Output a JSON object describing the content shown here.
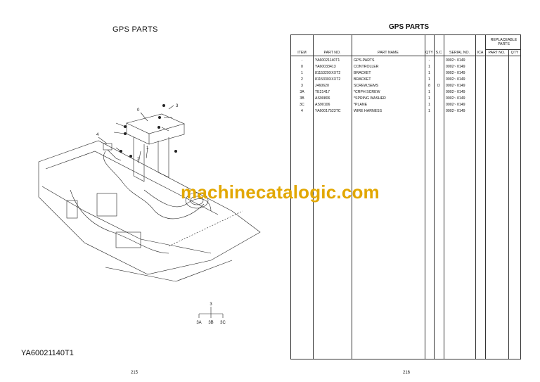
{
  "left_page": {
    "title": "GPS PARTS",
    "figure_code": "YA60021140T1",
    "page_number": "215",
    "callouts": [
      "0",
      "1",
      "2",
      "3",
      "4"
    ],
    "tree": {
      "parent": "3",
      "children": [
        "3A",
        "3B",
        "3C"
      ]
    }
  },
  "right_page": {
    "title": "GPS PARTS",
    "page_number": "216",
    "replaceable_header": "REPLACEABLE PARTS",
    "columns": {
      "item": "ITEM",
      "part_no": "PART NO.",
      "part_name": "PART NAME",
      "qty": "QTY",
      "sc": "S.C",
      "serial_no": "SERIAL NO.",
      "ica": "ICA",
      "repl_part_no": "PART NO.",
      "repl_qty": "QTY"
    },
    "rows": [
      {
        "item": "-",
        "part_no": "YA60021140T1",
        "part_name": "GPS-PARTS",
        "qty": "-",
        "sc": "",
        "serial": "0002~ 0149"
      },
      {
        "item": "0",
        "part_no": "YA60033413",
        "part_name": "CONTROLLER",
        "qty": "1",
        "sc": "",
        "serial": "0002~ 0149"
      },
      {
        "item": "1",
        "part_no": "8115329XXXT2",
        "part_name": "BRACKET",
        "qty": "1",
        "sc": "",
        "serial": "0002~ 0149"
      },
      {
        "item": "2",
        "part_no": "8115330XXXT2",
        "part_name": "BRACKET",
        "qty": "1",
        "sc": "",
        "serial": "0002~ 0149"
      },
      {
        "item": "3",
        "part_no": "J460620",
        "part_name": "SCREW,SEMS",
        "qty": "8",
        "sc": "D",
        "serial": "0002~ 0149"
      },
      {
        "item": "3A",
        "part_no": "TE21417",
        "part_name": "*CRPH SCREW",
        "qty": "1",
        "sc": "",
        "serial": "0002~ 0149"
      },
      {
        "item": "3B",
        "part_no": "AS90806",
        "part_name": "*SPRING WASHER",
        "qty": "1",
        "sc": "",
        "serial": "0002~ 0149"
      },
      {
        "item": "3C",
        "part_no": "AS90106",
        "part_name": "*PLANE",
        "qty": "1",
        "sc": "",
        "serial": "0002~ 0149"
      },
      {
        "item": "4",
        "part_no": "YA60017523TC",
        "part_name": "WIRE HARNESS",
        "qty": "1",
        "sc": "",
        "serial": "0002~ 0149"
      }
    ]
  },
  "watermark": "machinecatalogic.com"
}
